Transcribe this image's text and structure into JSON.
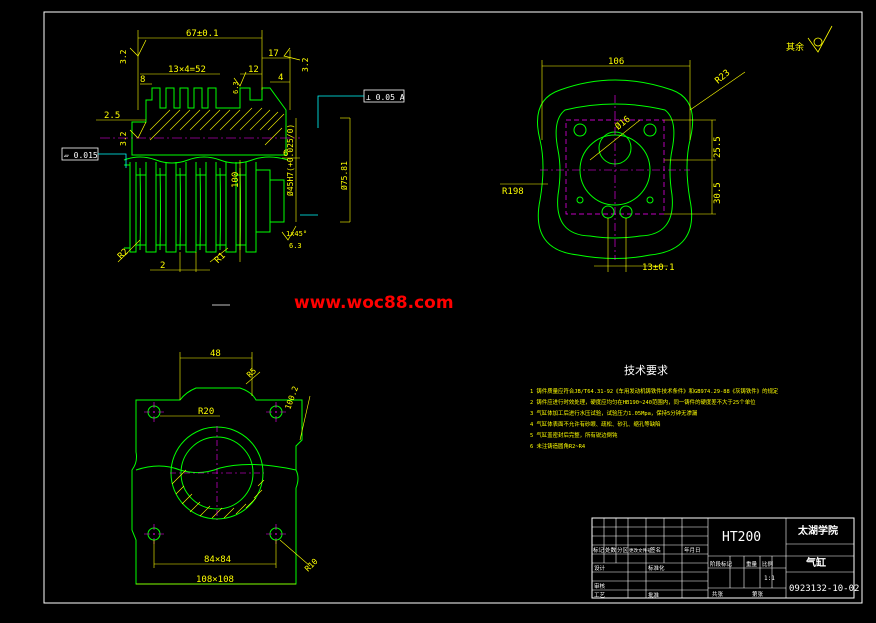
{
  "colors": {
    "background": "#000000",
    "frame": "#ffffff",
    "outline": "#00ff00",
    "dimension": "#ffff00",
    "center_line": "#ff00ff",
    "hatch": "#ffff00",
    "leader": "#00ffff",
    "watermark": "#ff0000"
  },
  "watermark": "www.woc88.com",
  "roughness_symbol": "其余",
  "front_view": {
    "dims": {
      "overall_length": "67±0.1",
      "right_flange": "17",
      "fin_spacing": "13×4=52",
      "left_offset": "8",
      "right_offset": "12",
      "right_small": "4",
      "left_thickness": "2.5",
      "fin_pitch": "2",
      "bore": "Ø45H7(+0.025/0)",
      "diameter_75": "Ø75.81",
      "height_100": "100",
      "inner_6": "6",
      "chamfer": "1x45°",
      "radius_left": "R2",
      "radius_right": "R1"
    },
    "roughness": {
      "left_top": "3.2",
      "right_top": "3.2",
      "left_mid": "3.2",
      "face_mid": "6.3",
      "bottom": "6.3"
    },
    "tolerances": {
      "perpendicularity": "⊥ 0.05 A",
      "flatness": "▱ 0.015"
    }
  },
  "top_view": {
    "dims": {
      "width": "106",
      "radius_corner": "R23",
      "hole_dia": "Ø16",
      "vertical_1": "25.5",
      "vertical_2": "30.5",
      "radius_large": "R198",
      "bottom": "13±0.1"
    }
  },
  "bottom_view": {
    "dims": {
      "top_width": "48",
      "radius_top": "R5",
      "length_1002": "100.2",
      "radius_20": "R20",
      "hole_spacing": "84×84",
      "overall": "108×108",
      "radius_10": "R10"
    }
  },
  "tech_req": {
    "title": "技术要求",
    "lines": [
      "1 铸件质量应符合JB/T64.31-92《车用发动机铸铁件技术条件》和GB974.29-88《灰铸铁件》的规定",
      "2 铸件应进行时效处理，硬度应均匀在HB190~240范围内，同一铸件的硬度差不大于25个单位",
      "3 气缸体加工后进行水压试验，试验压力1.05Mpa，保持5分钟无渗漏",
      "4 气缸体表面不允许有砂眼、疏松、砂孔、缩孔等缺陷",
      "5 气缸盖密封后完整，所有锐边倒钝",
      "6 未注铸造圆角R2~R4"
    ]
  },
  "title_block": {
    "material": "HT200",
    "school": "太湖学院",
    "part_name": "气缸",
    "drawing_no": "0923132-10-02",
    "scale_value": "1:1",
    "row_labels": [
      "标记",
      "处数",
      "分区",
      "更改文件号",
      "签名",
      "年月日"
    ],
    "left_labels": [
      "设计",
      "审核",
      "工艺"
    ],
    "right_labels": [
      "阶段标记",
      "重量",
      "比例"
    ],
    "bottom_labels": [
      "共张",
      "第张"
    ],
    "std_label": "标准化",
    "approve_label": "批准"
  }
}
